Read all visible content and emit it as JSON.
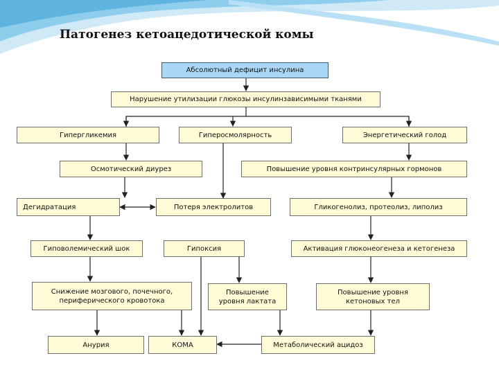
{
  "title": "Патогенез кетоацедотической комы",
  "nodes": {
    "n1": "Абсолютный дефицит инсулина",
    "n2": "Нарушение утилизации глюкозы инсулинзависимыми тканями",
    "n3": "Гипергликемия",
    "n4": "Гиперосмолярность",
    "n5": "Энергетический голод",
    "n6": "Осмотический диурез",
    "n7": "Повышение уровня контринсулярных гормонов",
    "n8": "Дегидратация",
    "n9": "Потеря электролитов",
    "n10": "Гликогенолиз, протеолиз, липолиз",
    "n11": "Гиповолемический шок",
    "n12": "Гипоксия",
    "n13": "Активация глюконеогенеза и кетогенеза",
    "n14": "Снижение мозгового, почечного, периферического кровотока",
    "n15": "Повышение уровня лактата",
    "n16": "Повышение уровня кетоновых тел",
    "n17": "Анурия",
    "n18": "КОМА",
    "n19": "Метаболический ацидоз"
  },
  "colors": {
    "box_fill": "#fffbd7",
    "top_box_fill": "#a9d7f5",
    "arrow": "#222222",
    "decor": "#5fb3df"
  }
}
